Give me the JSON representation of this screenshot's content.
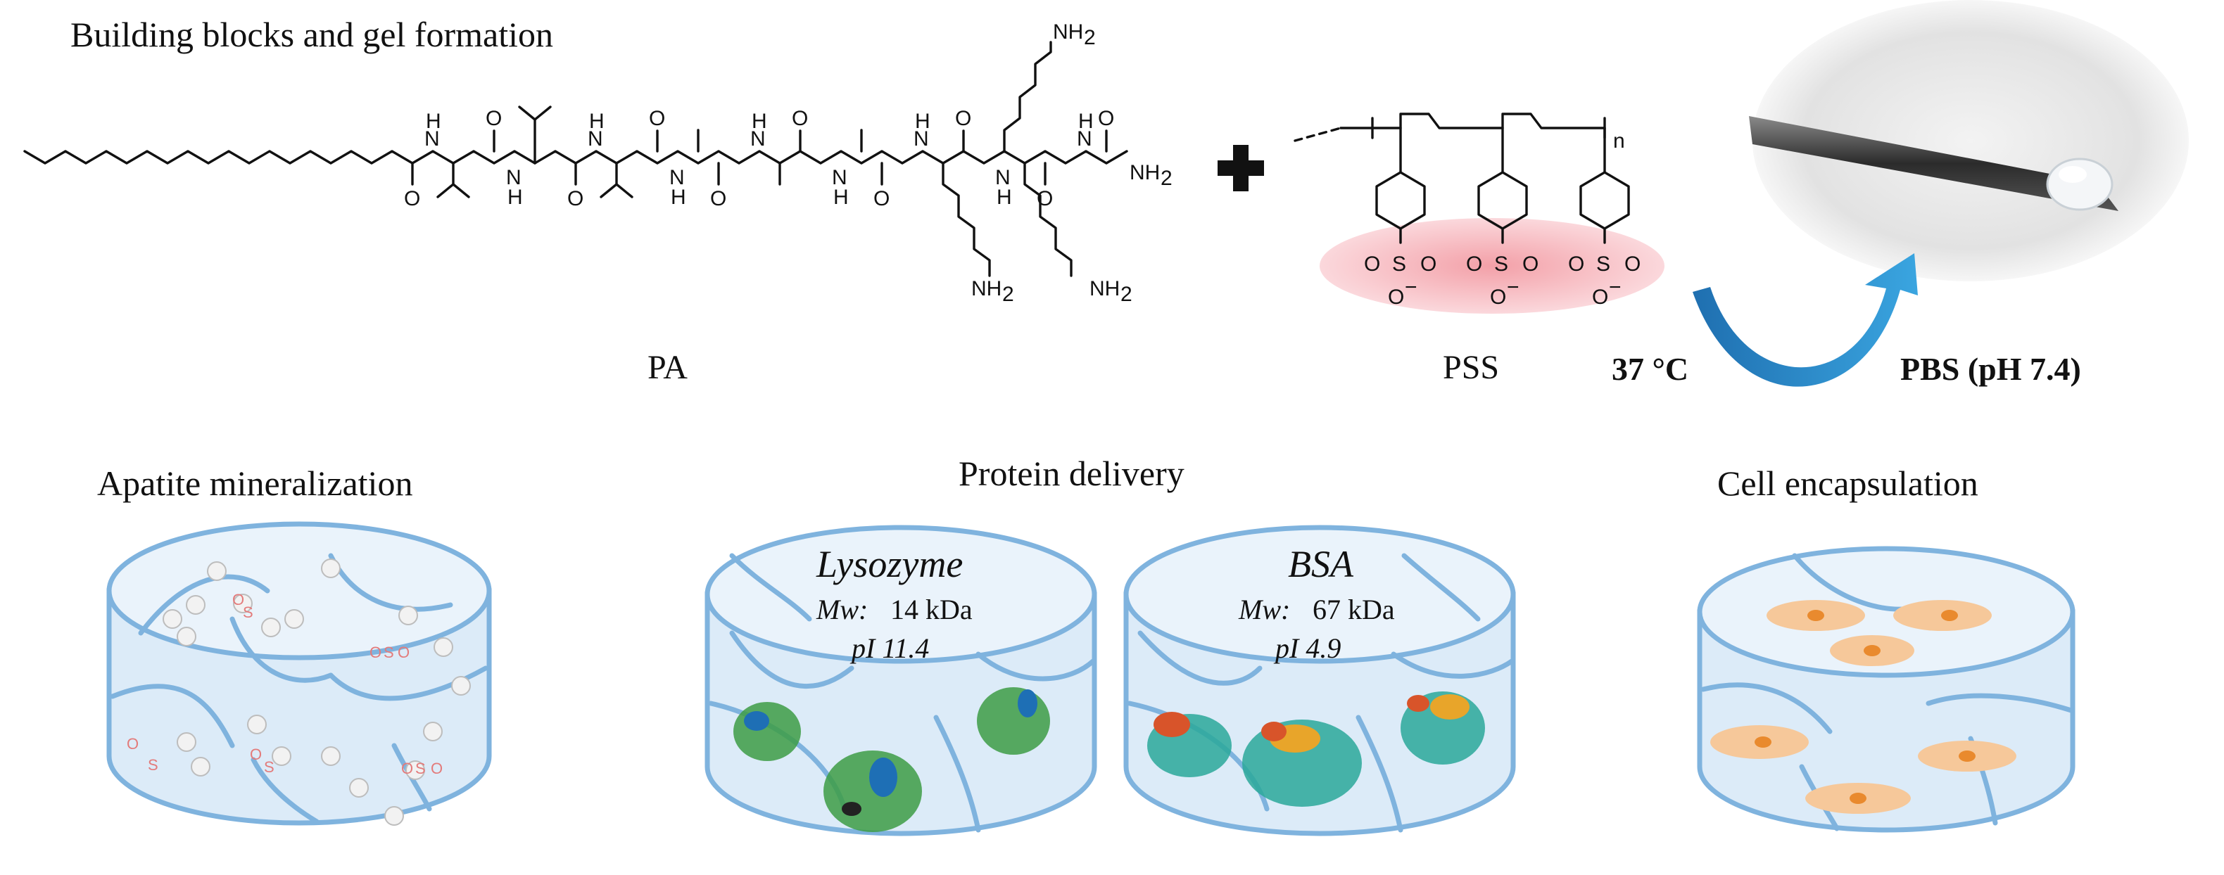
{
  "top": {
    "heading": "Building blocks and gel formation",
    "pa_label": "PA",
    "pss_label": "PSS",
    "temperature_label": "37 °C",
    "buffer_label": "PBS (pH 7.4)"
  },
  "chem": {
    "nh": "H",
    "n": "N",
    "o": "O",
    "nh2": "NH",
    "sub2": "2",
    "s": "S",
    "o_minus": "O",
    "minus": "−",
    "repeat_n": "n"
  },
  "applications": {
    "apatite": {
      "title": "Apatite mineralization"
    },
    "protein": {
      "title": "Protein delivery",
      "lysozyme": {
        "name": "Lysozyme",
        "mw_label": "Mw:",
        "mw_value": "14 kDa",
        "pi": "pI 11.4"
      },
      "bsa": {
        "name": "BSA",
        "mw_label": "Mw:",
        "mw_value": "67 kDa",
        "pi": "pI 4.9"
      }
    },
    "cell": {
      "title": "Cell encapsulation"
    }
  },
  "colors": {
    "gel_line": "#7fb3de",
    "gel_fill": "#dcebf8",
    "sulfonate_highlight": "#f4a6ae",
    "arrow": "#2f8fcb",
    "cell": "#f6c89a",
    "cell_nucleus": "#e98a2e",
    "sulfonate_text": "#e37b7b"
  }
}
